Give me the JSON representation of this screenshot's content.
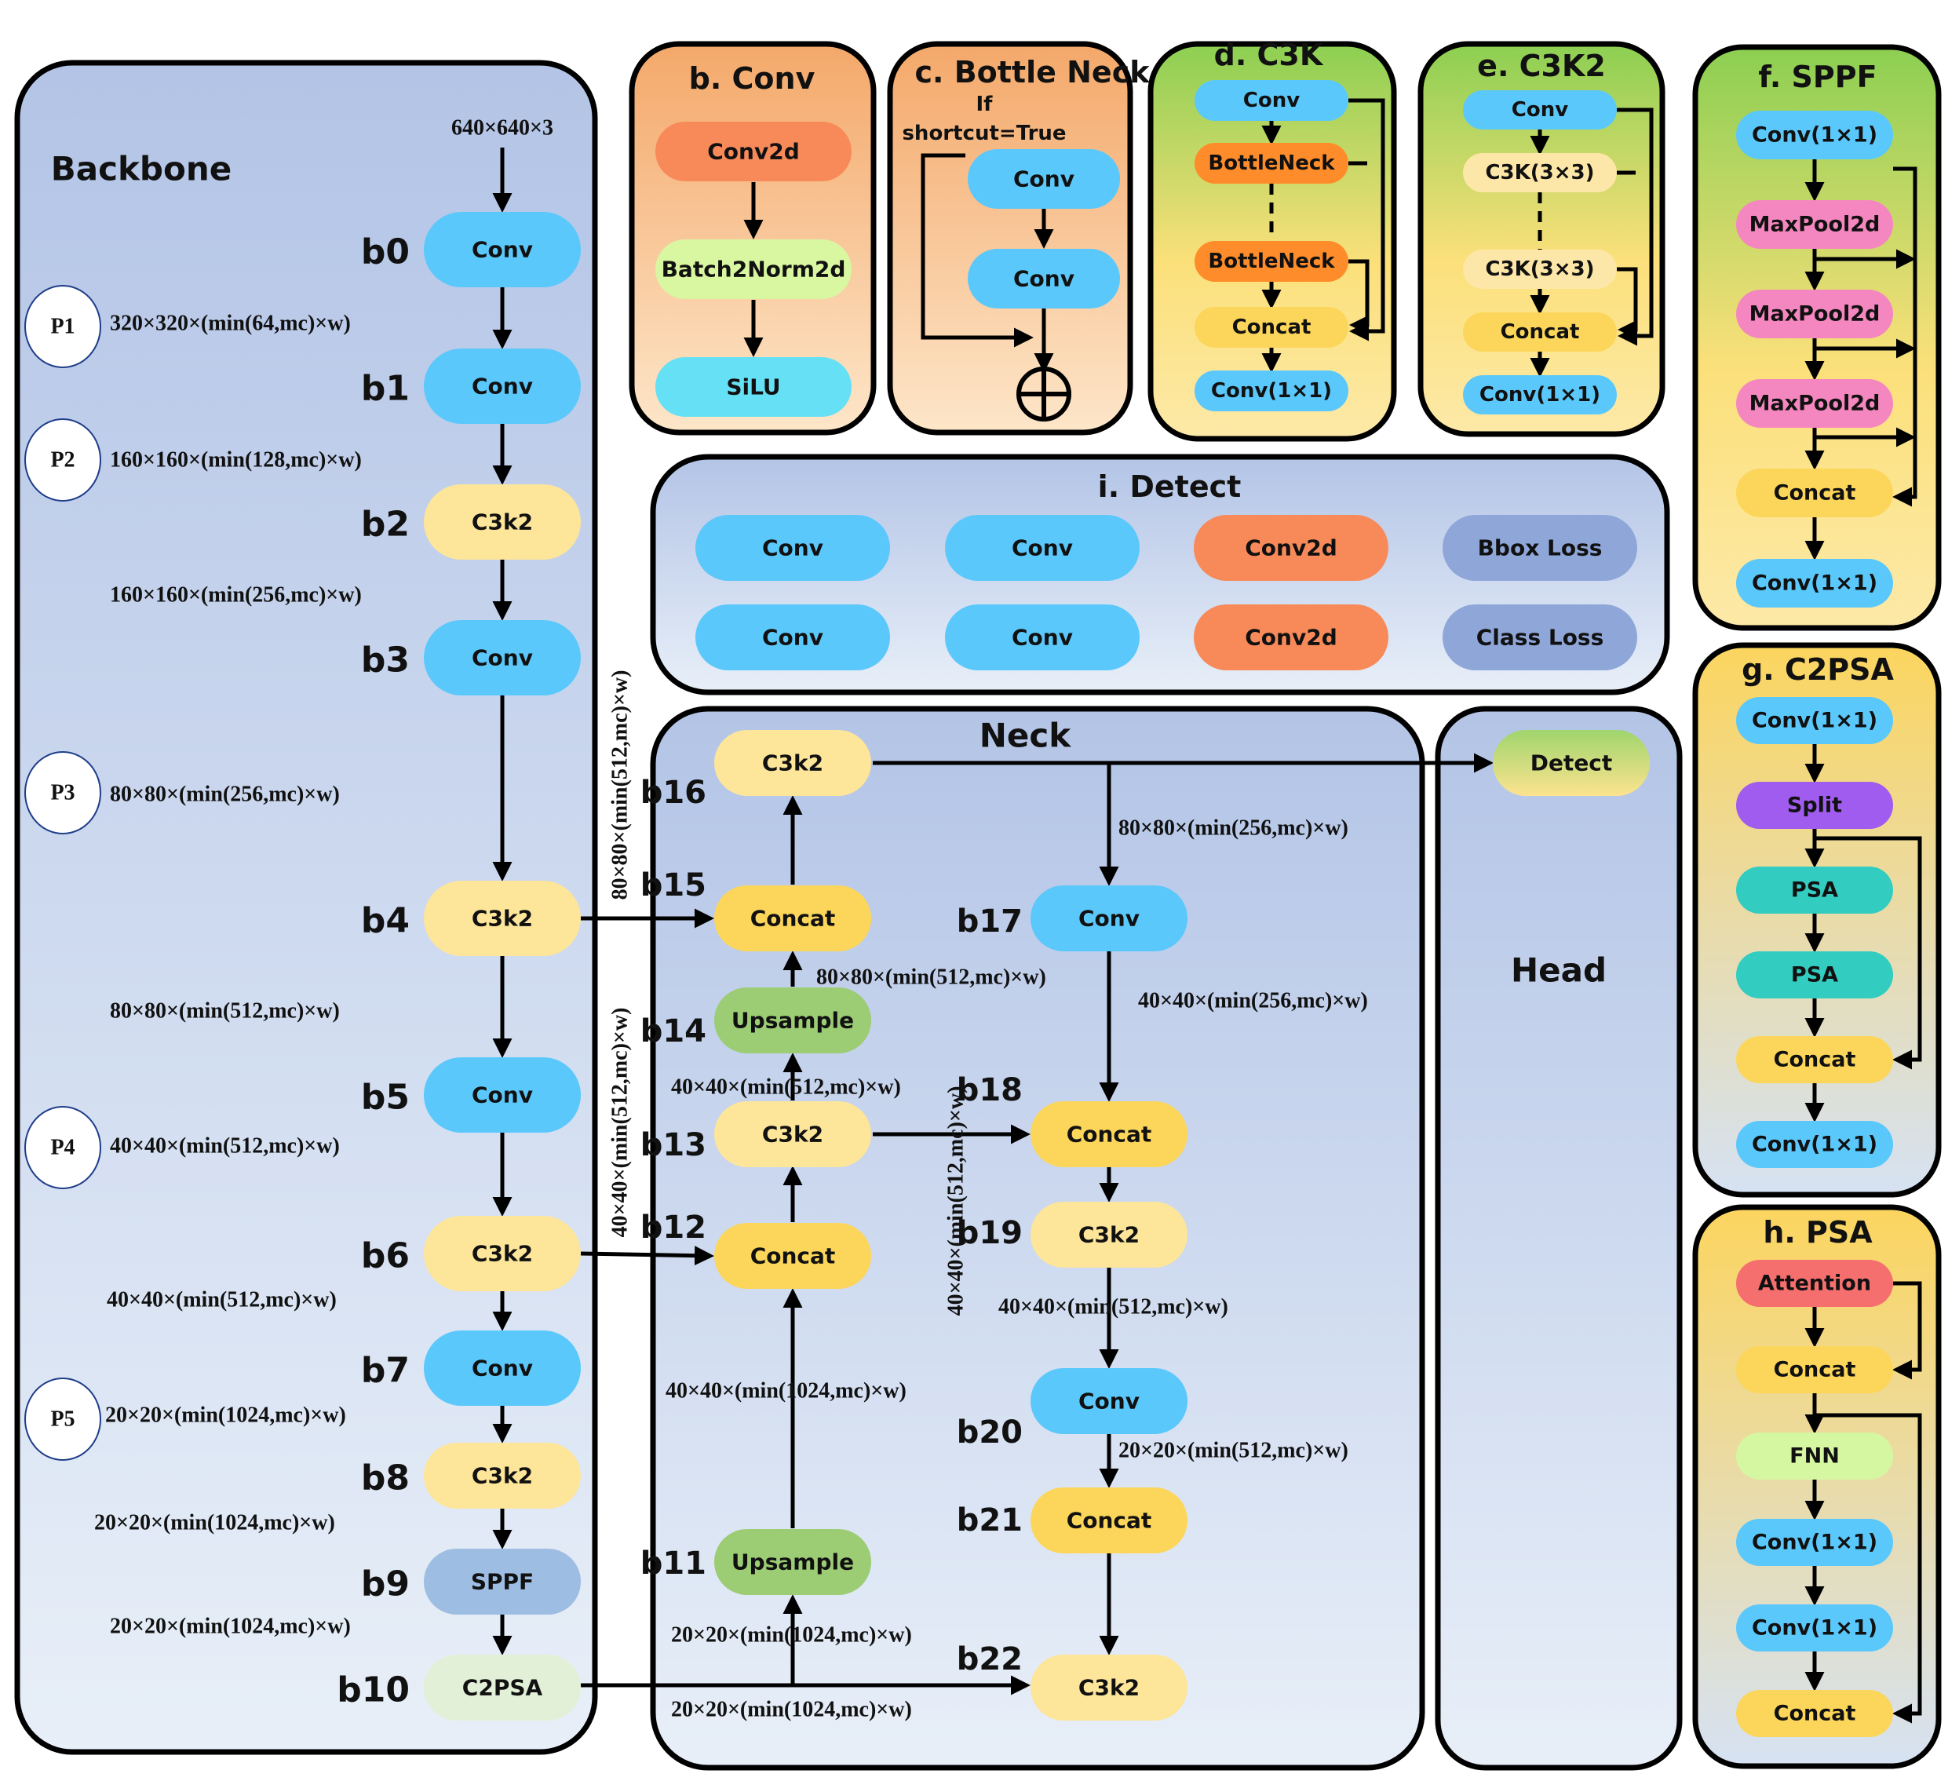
{
  "colors": {
    "conv": "#5bc8fb",
    "c3k2": "#fde59a",
    "concat": "#fcd65a",
    "upsample": "#9ccc74",
    "sppf": "#9dbde2",
    "c2psa": "#e3f0d8",
    "conv2d": "#f88a5a",
    "batchnorm": "#d8f7a0",
    "silu": "#66e0f5",
    "bottleneck": "#ff8c2a",
    "maxpool": "#f587c0",
    "split": "#a05bef",
    "psa": "#33ccc0",
    "attention": "#f66f6f",
    "fnn": "#d6f7a2",
    "loss": "#8fa6d8",
    "detect": "#c5e39a",
    "c3k": "#fde7a8",
    "panel_blue": "#b8c8e8",
    "panel_blue_light": "#e4ecf7",
    "panel_orange": "#f5b07a",
    "panel_orange_light": "#fde3c6",
    "panel_green": "#8fd45a",
    "panel_yellow": "#fde08a",
    "panel_yellow_light": "#fdf0c0"
  },
  "input_size": "640×640×3",
  "backbone": {
    "title": "Backbone",
    "nodes": [
      {
        "id": "b0",
        "label": "Conv",
        "type": "conv"
      },
      {
        "id": "b1",
        "label": "Conv",
        "type": "conv"
      },
      {
        "id": "b2",
        "label": "C3k2",
        "type": "c3k2"
      },
      {
        "id": "b3",
        "label": "Conv",
        "type": "conv"
      },
      {
        "id": "b4",
        "label": "C3k2",
        "type": "c3k2"
      },
      {
        "id": "b5",
        "label": "Conv",
        "type": "conv"
      },
      {
        "id": "b6",
        "label": "C3k2",
        "type": "c3k2"
      },
      {
        "id": "b7",
        "label": "Conv",
        "type": "conv"
      },
      {
        "id": "b8",
        "label": "C3k2",
        "type": "c3k2"
      },
      {
        "id": "b9",
        "label": "SPPF",
        "type": "sppf"
      },
      {
        "id": "b10",
        "label": "C2PSA",
        "type": "c2psa"
      }
    ],
    "dims": [
      "320×320×(min(64,mc)×w)",
      "160×160×(min(128,mc)×w)",
      "160×160×(min(256,mc)×w)",
      "80×80×(min(256,mc)×w)",
      "80×80×(min(512,mc)×w)",
      "40×40×(min(512,mc)×w)",
      "40×40×(min(512,mc)×w)",
      "20×20×(min(1024,mc)×w)",
      "20×20×(min(1024,mc)×w)",
      "20×20×(min(1024,mc)×w)"
    ],
    "p_levels": [
      "P1",
      "P2",
      "P3",
      "P4",
      "P5"
    ]
  },
  "neck": {
    "title": "Neck",
    "nodes": [
      {
        "id": "b11",
        "label": "Upsample",
        "type": "upsample"
      },
      {
        "id": "b12",
        "label": "Concat",
        "type": "concat"
      },
      {
        "id": "b13",
        "label": "C3k2",
        "type": "c3k2"
      },
      {
        "id": "b14",
        "label": "Upsample",
        "type": "upsample"
      },
      {
        "id": "b15",
        "label": "Concat",
        "type": "concat"
      },
      {
        "id": "b16",
        "label": "C3k2",
        "type": "c3k2"
      },
      {
        "id": "b17",
        "label": "Conv",
        "type": "conv"
      },
      {
        "id": "b18",
        "label": "Concat",
        "type": "concat"
      },
      {
        "id": "b19",
        "label": "C3k2",
        "type": "c3k2"
      },
      {
        "id": "b20",
        "label": "Conv",
        "type": "conv"
      },
      {
        "id": "b21",
        "label": "Concat",
        "type": "concat"
      },
      {
        "id": "b22",
        "label": "C3k2",
        "type": "c3k2"
      }
    ],
    "dims": {
      "b4_to_b15": "80×80×(min(512,mc)×w)",
      "b6_to_b12": "40×40×(min(512,mc)×w)",
      "b13_to_b18": "40×40×(min(512,mc)×w)",
      "b14_to_b15": "80×80×(min(512,mc)×w)",
      "b13_to_b14": "40×40×(min(512,mc)×w)",
      "b11_to_b12": "40×40×(min(1024,mc)×w)",
      "b10_to_b11": "20×20×(min(1024,mc)×w)",
      "b10_to_b22": "20×20×(min(1024,mc)×w)",
      "b16_to_b17": "80×80×(min(256,mc)×w)",
      "b17_to_b18": "40×40×(min(256,mc)×w)",
      "b19_to_b20": "40×40×(min(512,mc)×w)",
      "b20_to_b21": "20×20×(min(512,mc)×w)"
    }
  },
  "head": {
    "title": "Head",
    "detect_label": "Detect"
  },
  "conv_block": {
    "title": "b. Conv",
    "items": [
      "Conv2d",
      "Batch2Norm2d",
      "SiLU"
    ]
  },
  "bottleneck_block": {
    "title": "c. Bottle Neck",
    "condition": "If\nshortcut=True",
    "condition_line1": "If",
    "condition_line2": "shortcut=True",
    "items": [
      "Conv",
      "Conv"
    ],
    "add_symbol": "⊕"
  },
  "c3k_block": {
    "title": "d. C3K",
    "items": [
      "Conv",
      "BottleNeck",
      "BottleNeck",
      "Concat",
      "Conv(1×1)"
    ]
  },
  "c3k2_block": {
    "title": "e. C3K2",
    "items": [
      "Conv",
      "C3K(3×3)",
      "C3K(3×3)",
      "Concat",
      "Conv(1×1)"
    ]
  },
  "sppf_block": {
    "title": "f. SPPF",
    "items": [
      "Conv(1×1)",
      "MaxPool2d",
      "MaxPool2d",
      "MaxPool2d",
      "Concat",
      "Conv(1×1)"
    ]
  },
  "c2psa_block": {
    "title": "g. C2PSA",
    "items": [
      "Conv(1×1)",
      "Split",
      "PSA",
      "PSA",
      "Concat",
      "Conv(1×1)"
    ]
  },
  "psa_block": {
    "title": "h. PSA",
    "items": [
      "Attention",
      "Concat",
      "FNN",
      "Conv(1×1)",
      "Conv(1×1)",
      "Concat"
    ]
  },
  "detect_block": {
    "title": "i. Detect",
    "row1": [
      "Conv",
      "Conv",
      "Conv2d",
      "Bbox Loss"
    ],
    "row2": [
      "Conv",
      "Conv",
      "Conv2d",
      "Class Loss"
    ]
  }
}
